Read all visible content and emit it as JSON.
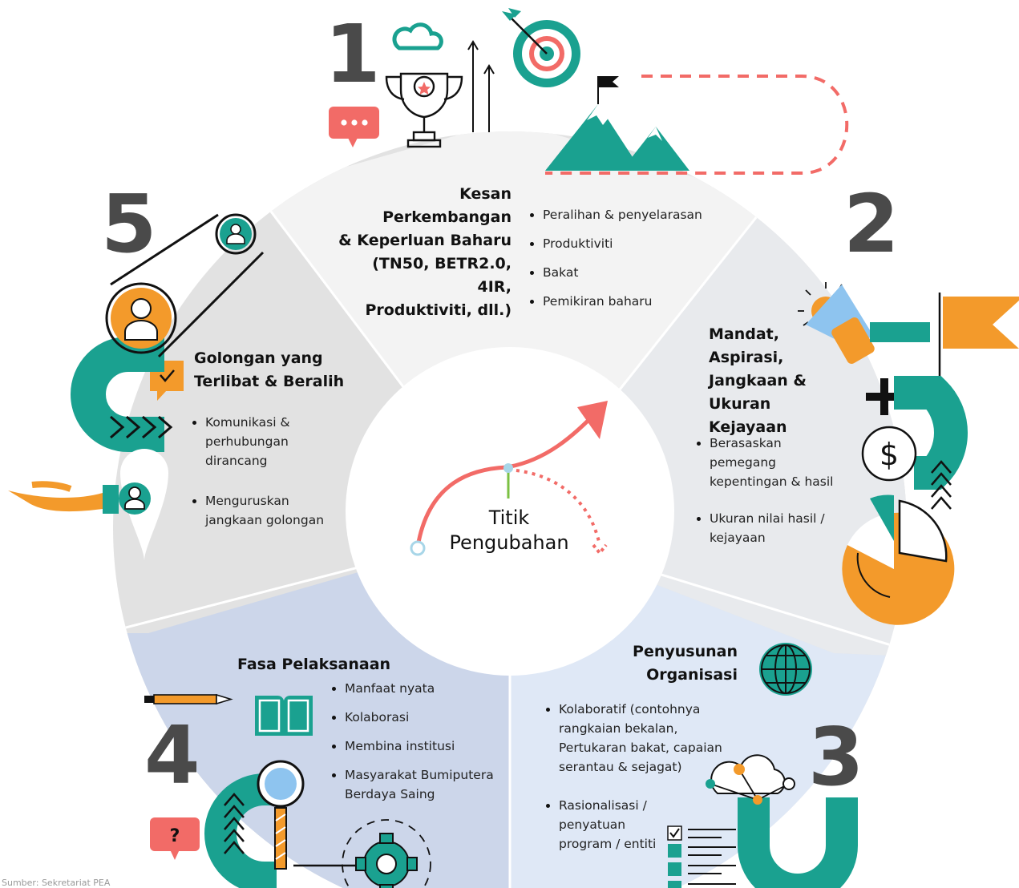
{
  "center": {
    "title_line1": "Titik",
    "title_line2": "Pengubahan"
  },
  "sections": [
    {
      "number": "1",
      "title_lines": [
        "Kesan Perkembangan",
        "& Keperluan Baharu",
        "(TN50, BETR2.0, 4IR,",
        "Produktiviti, dll.)"
      ],
      "bullets": [
        "Peralihan & penyelarasan",
        "Produktiviti",
        "Bakat",
        "Pemikiran baharu"
      ]
    },
    {
      "number": "2",
      "title_lines": [
        "Mandat,",
        "Aspirasi,",
        "Jangkaan &",
        "Ukuran Kejayaan"
      ],
      "bullets": [
        "Berasaskan pemegang kepentingan & hasil",
        "Ukuran nilai hasil / kejayaan"
      ]
    },
    {
      "number": "3",
      "title_lines": [
        "Penyusunan",
        "Organisasi"
      ],
      "bullets": [
        "Kolaboratif (contohnya rangkaian bekalan, Pertukaran bakat, capaian serantau & sejagat)",
        "Rasionalisasi / penyatuan program / entiti"
      ]
    },
    {
      "number": "4",
      "title_lines": [
        "Fasa Pelaksanaan"
      ],
      "bullets": [
        "Manfaat nyata",
        "Kolaborasi",
        "Membina institusi",
        "Masyarakat Bumiputera Berdaya Saing"
      ]
    },
    {
      "number": "5",
      "title_lines": [
        "Golongan yang",
        "Terlibat & Beralih"
      ],
      "bullets": [
        "Komunikasi & perhubungan dirancang",
        "Menguruskan jangkaan golongan"
      ]
    }
  ],
  "footer": "Sumber: Sekretariat PEA",
  "colors": {
    "teal": "#1aa190",
    "orange": "#f39a2b",
    "coral": "#f26b67",
    "sky": "#8ec4ef",
    "dark": "#4a4a4a",
    "seg1": "#f3f3f3",
    "seg2": "#e8eaed",
    "seg3": "#dfe8f6",
    "seg4": "#ccd6ea",
    "seg5": "#e2e2e2"
  },
  "icons": [
    "speech-bubble-icon",
    "cloud-icon",
    "trophy-icon",
    "up-arrows-icon",
    "target-icon",
    "mountain-flag-icon",
    "megaphone-icon",
    "flag-icon",
    "dollar-coin-icon",
    "pie-chart-icon",
    "chevrons-up-icon",
    "plus-icon",
    "globe-icon",
    "cloud-network-icon",
    "checklist-icon",
    "question-bubble-icon",
    "magnifier-icon",
    "gear-icon",
    "pencil-icon",
    "book-icon",
    "hand-icon",
    "user-icon",
    "checkbox-bubble-icon",
    "chevrons-right-icon"
  ]
}
